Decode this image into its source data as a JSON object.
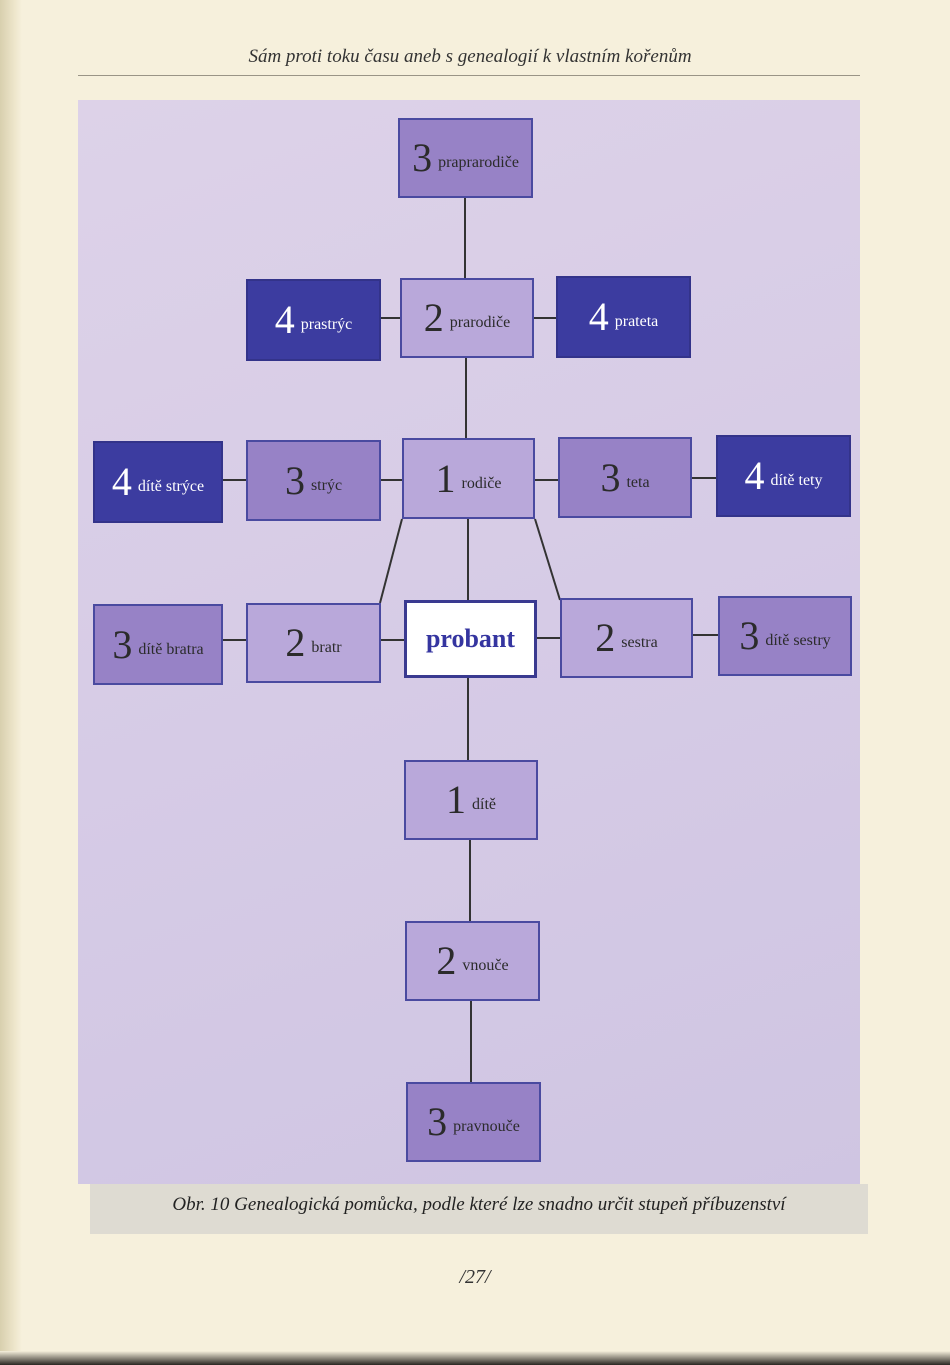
{
  "header": {
    "title": "Sám proti toku času aneb s genealogií k vlastním kořenům"
  },
  "diagram": {
    "nodes": {
      "praprarodice": {
        "num": "3",
        "label": "praprarodiče"
      },
      "prastryc": {
        "num": "4",
        "label": "prastrýc"
      },
      "prarodice": {
        "num": "2",
        "label": "prarodiče"
      },
      "prateta": {
        "num": "4",
        "label": "prateta"
      },
      "dite_stryce": {
        "num": "4",
        "label": "dítě strýce"
      },
      "stryc": {
        "num": "3",
        "label": "strýc"
      },
      "rodice": {
        "num": "1",
        "label": "rodiče"
      },
      "teta": {
        "num": "3",
        "label": "teta"
      },
      "dite_tety": {
        "num": "4",
        "label": "dítě tety"
      },
      "dite_bratra": {
        "num": "3",
        "label": "dítě bratra"
      },
      "bratr": {
        "num": "2",
        "label": "bratr"
      },
      "probant": {
        "label": "probant"
      },
      "sestra": {
        "num": "2",
        "label": "sestra"
      },
      "dite_sestry": {
        "num": "3",
        "label": "dítě sestry"
      },
      "dite": {
        "num": "1",
        "label": "dítě"
      },
      "vnouce": {
        "num": "2",
        "label": "vnouče"
      },
      "pravnouce": {
        "num": "3",
        "label": "pravnouče"
      }
    }
  },
  "caption": "Obr. 10 Genealogická pomůcka, podle které lze snadno určit stupeň příbuzenství",
  "page_number": "/27/",
  "colors": {
    "panel": "#d6cbe6",
    "box_light": "#b9a8da",
    "box_mid": "#9782c6",
    "box_dark": "#3c3ca0",
    "border": "#4a4aa0"
  }
}
